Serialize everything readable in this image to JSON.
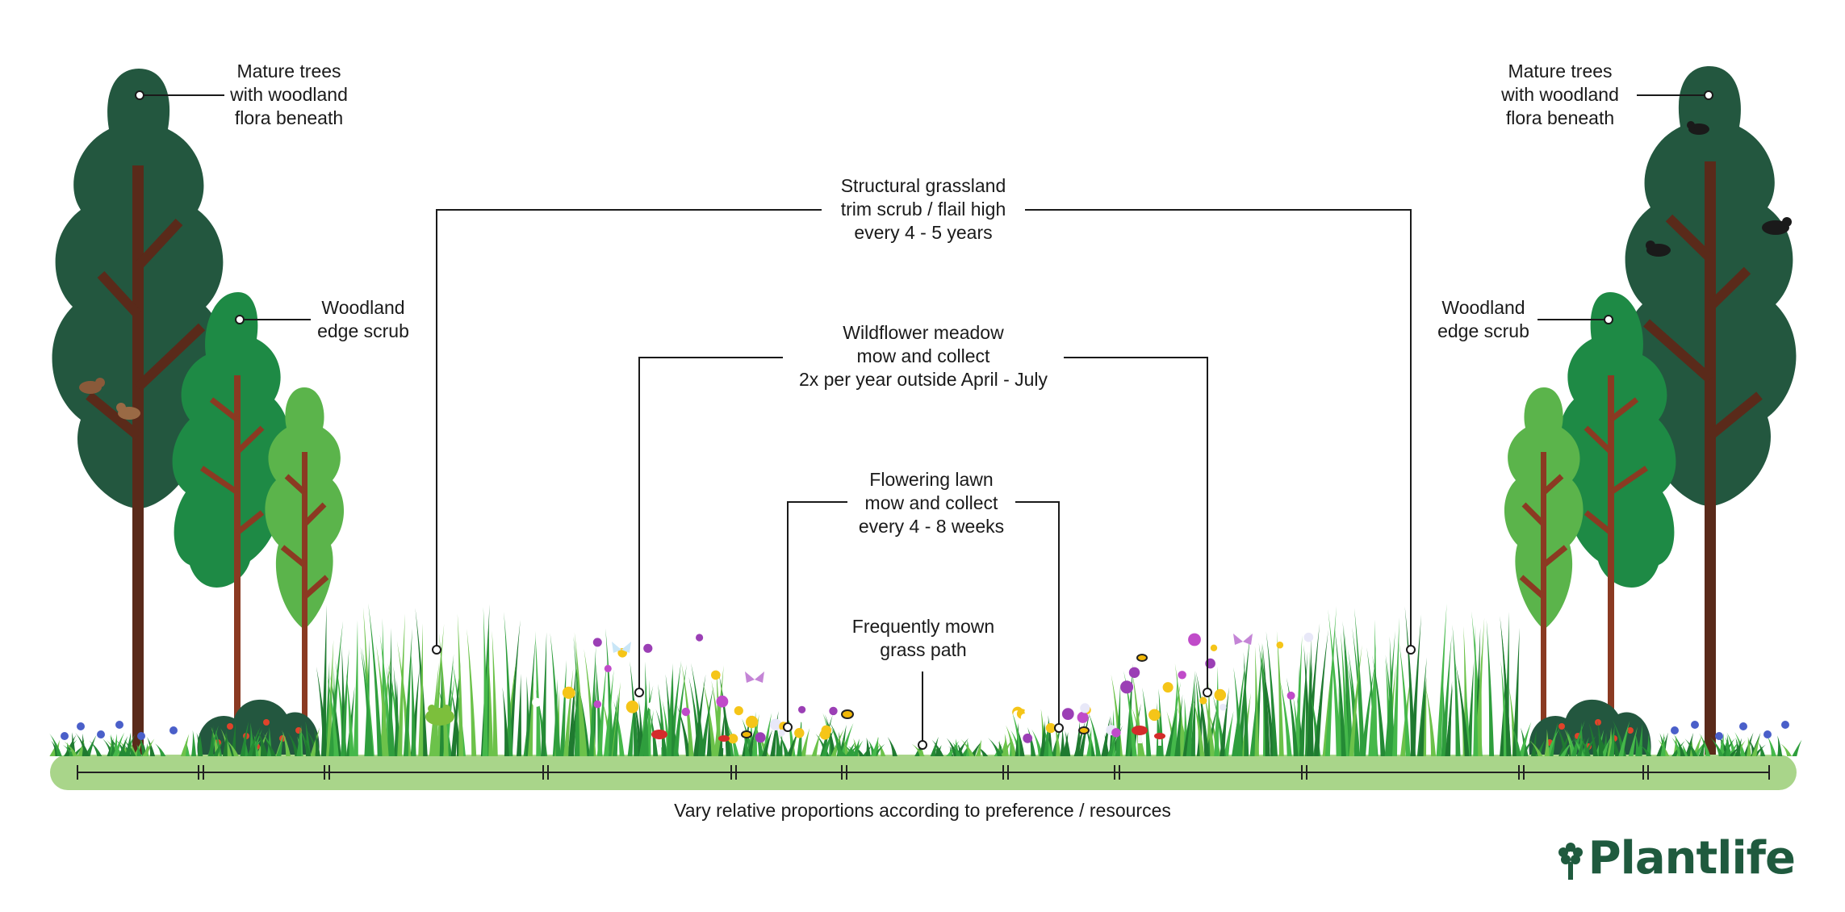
{
  "labels": {
    "mature_trees_left": [
      "Mature trees",
      "with woodland",
      "flora beneath"
    ],
    "mature_trees_right": [
      "Mature trees",
      "with woodland",
      "flora beneath"
    ],
    "woodland_edge_left": [
      "Woodland",
      "edge scrub"
    ],
    "woodland_edge_right": [
      "Woodland",
      "edge scrub"
    ],
    "structural_grassland": [
      "Structural grassland",
      "trim scrub / flail high",
      "every 4 - 5 years"
    ],
    "wildflower_meadow": [
      "Wildflower meadow",
      "mow and collect",
      "2x per year outside April - July"
    ],
    "flowering_lawn": [
      "Flowering lawn",
      "mow and collect",
      "every 4 - 8 weeks"
    ],
    "grass_path": [
      "Frequently mown",
      "grass path"
    ]
  },
  "footer_caption": "Vary relative proportions according to preference / resources",
  "brand": {
    "name": "Plantlife",
    "color": "#1f5a3e"
  },
  "colors": {
    "tree_dark": "#23573f",
    "tree_mid": "#1e8a45",
    "tree_light": "#5bb44b",
    "trunk": "#5a2a1a",
    "ground": "#a9d58a",
    "grass": "#2f9e3d"
  },
  "icons": [
    "bird-icon",
    "butterfly-icon",
    "bee-icon",
    "frog-icon",
    "flower-icon",
    "mushroom-icon",
    "bluebell-icon",
    "logo-flower-icon"
  ]
}
